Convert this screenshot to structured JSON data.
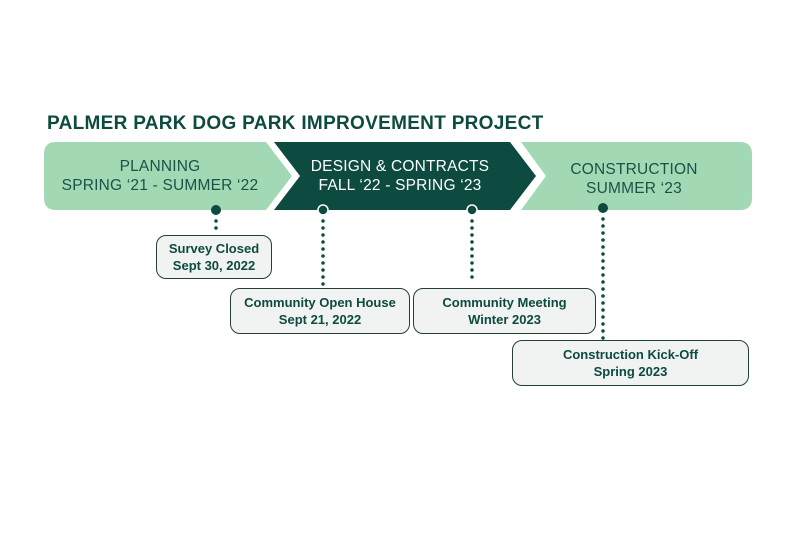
{
  "title": "PALMER PARK DOG PARK IMPROVEMENT PROJECT",
  "colors": {
    "title": "#0d4a40",
    "phase_light_fill": "#a3d8b5",
    "phase_dark_fill": "#0d4a40",
    "phase_light_text": "#1a5246",
    "phase_dark_text": "#ffffff",
    "connector": "#0d4a40",
    "callout_fill": "#f1f2f2",
    "callout_border": "#243f3a"
  },
  "phases": [
    {
      "name": "PLANNING",
      "dates": "SPRING ‘21 - SUMMER ‘22"
    },
    {
      "name": "DESIGN & CONTRACTS",
      "dates": "FALL ‘22 - SPRING ‘23"
    },
    {
      "name": "CONSTRUCTION",
      "dates": "SUMMER ‘23"
    }
  ],
  "milestones": [
    {
      "event": "Survey Closed",
      "date": "Sept 30, 2022"
    },
    {
      "event": "Community Open House",
      "date": "Sept 21, 2022"
    },
    {
      "event": "Community Meeting",
      "date": "Winter 2023"
    },
    {
      "event": "Construction Kick-Off",
      "date": "Spring 2023"
    }
  ]
}
